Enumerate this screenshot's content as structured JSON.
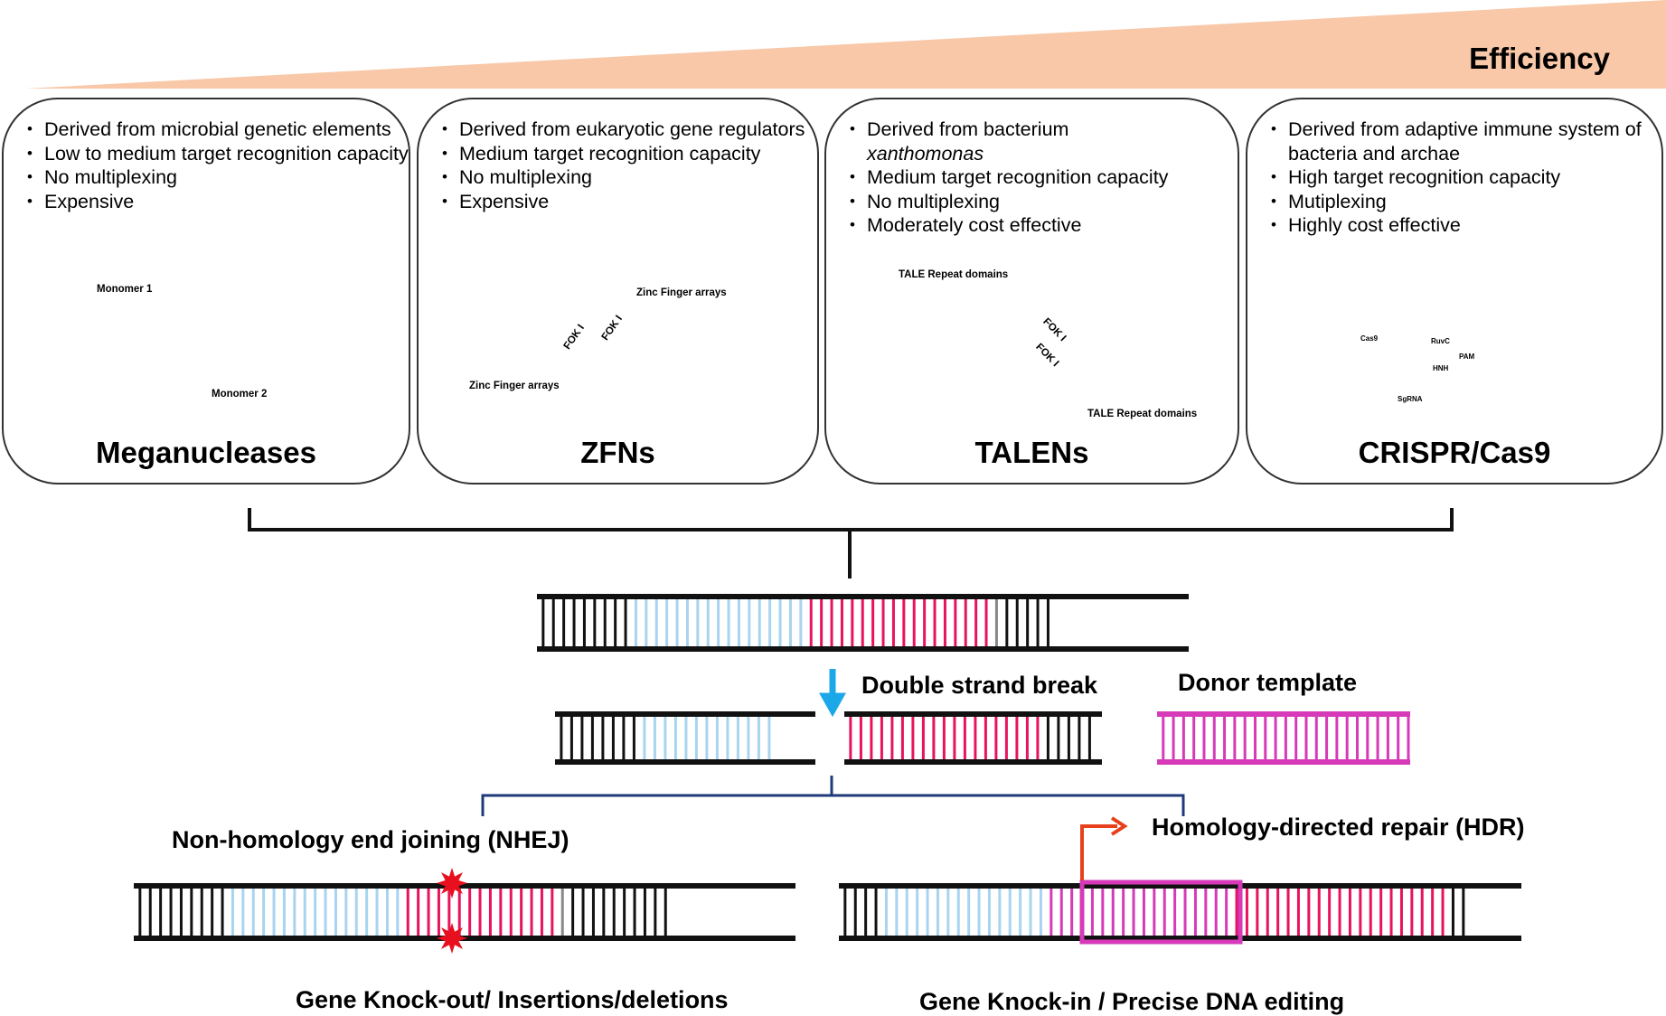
{
  "header": {
    "efficiency_label": "Efficiency"
  },
  "panels": [
    {
      "title": "Meganucleases",
      "bullets": [
        "Derived from microbial genetic elements",
        "Low to medium target recognition capacity",
        "No multiplexing",
        "Expensive"
      ],
      "labels": {
        "monomer1": "Monomer 1",
        "monomer2": "Monomer 2"
      }
    },
    {
      "title": "ZFNs",
      "bullets": [
        "Derived from eukaryotic gene regulators",
        "Medium target recognition capacity",
        "No multiplexing",
        "Expensive"
      ],
      "labels": {
        "zinc_top": "Zinc Finger arrays",
        "zinc_bottom": "Zinc Finger arrays",
        "fok": "FOK I"
      }
    },
    {
      "title": "TALENs",
      "bullets": [
        "Derived from bacterium",
        "xanthomonas",
        "Medium target recognition capacity",
        "No multiplexing",
        "Moderately cost effective"
      ],
      "labels": {
        "tale_top": "TALE Repeat domains",
        "tale_bottom": "TALE Repeat domains",
        "fok": "FOK I"
      }
    },
    {
      "title": "CRISPR/Cas9",
      "bullets": [
        "Derived from adaptive immune system of bacteria and archae",
        "High target recognition capacity",
        "Mutiplexing",
        "Highly cost effective"
      ],
      "labels": {
        "cas9": "Cas9",
        "ruvc": "RuvC",
        "pam": "PAM",
        "hnh": "HNH",
        "sgrna": "SgRNA"
      }
    }
  ],
  "flow": {
    "dsb_label": "Double strand break",
    "donor_label": "Donor template",
    "nhej_label": "Non-homology end joining (NHEJ)",
    "hdr_label": "Homology-directed repair (HDR)",
    "nhej_outcome": "Gene Knock-out/ Insertions/deletions",
    "hdr_outcome": "Gene Knock-in / Precise DNA editing"
  },
  "colors": {
    "efficiency_wedge": "#f8c8a8",
    "strand": "#111111",
    "rung_black": "#111111",
    "rung_blue": "#a8d4f0",
    "rung_pink": "#e8135e",
    "rung_magenta": "#d63ab8",
    "arrow_blue": "#1aa8e8",
    "arrow_red": "#e8401a",
    "bracket": "#1f3a7a"
  }
}
